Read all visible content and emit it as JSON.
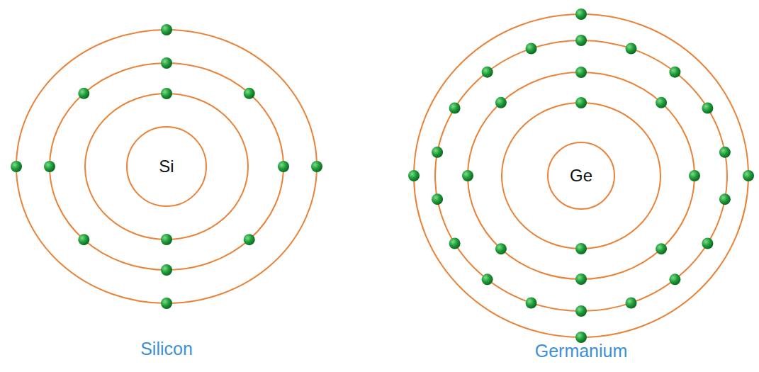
{
  "diagram": {
    "nodes": [
      {
        "text": [
          "Si"
        ]
      },
      {
        "text": [
          "Ge"
        ]
      }
    ],
    "labels": [
      "Silicon",
      "Germanium"
    ]
  }
}
